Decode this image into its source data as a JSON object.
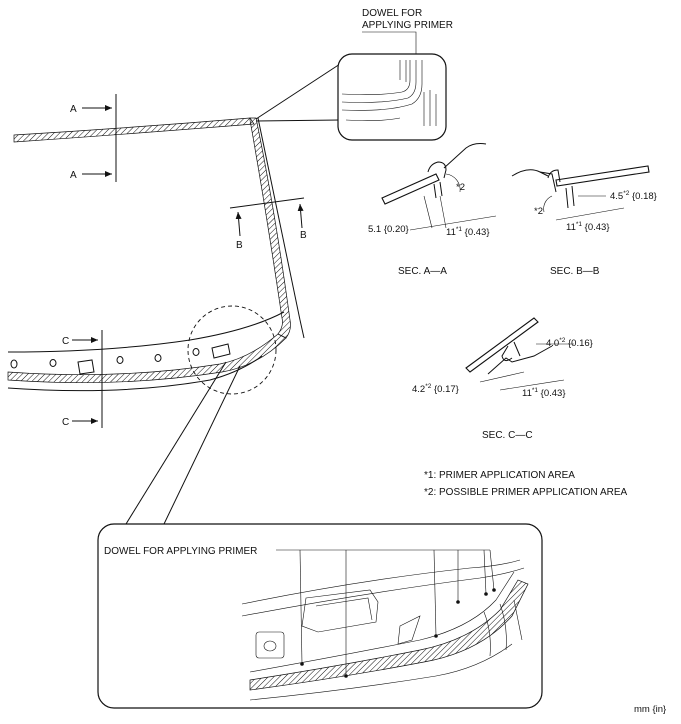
{
  "labels": {
    "dowel_top_line1": "DOWEL FOR",
    "dowel_top_line2": "APPLYING PRIMER",
    "dowel_bottom": "DOWEL FOR APPLYING PRIMER",
    "arrow_a": "A",
    "arrow_b": "B",
    "arrow_c": "C",
    "sec_aa": "SEC. A—A",
    "sec_bb": "SEC. B—B",
    "sec_cc": "SEC. C—C",
    "mark_star2": "*2",
    "units": "mm {in}"
  },
  "dimensions": {
    "a_5_1": "5.1 {0.20}",
    "a_11_pre": "11",
    "a_11_sup": "*1",
    "a_11_post": " {0.43}",
    "b_4_5_pre": "4.5",
    "b_4_5_sup": "*2",
    "b_4_5_post": " {0.18}",
    "b_11_pre": "11",
    "b_11_sup": "*1",
    "b_11_post": " {0.43}",
    "c_4_0_pre": "4.0",
    "c_4_0_sup": "*2",
    "c_4_0_post": " {0.16}",
    "c_4_2_pre": "4.2",
    "c_4_2_sup": "*2",
    "c_4_2_post": " {0.17}",
    "c_11_pre": "11",
    "c_11_sup": "*1",
    "c_11_post": " {0.43}"
  },
  "legend": {
    "note1": "*1:  PRIMER APPLICATION AREA",
    "note2": "*2:  POSSIBLE PRIMER APPLICATION AREA"
  }
}
